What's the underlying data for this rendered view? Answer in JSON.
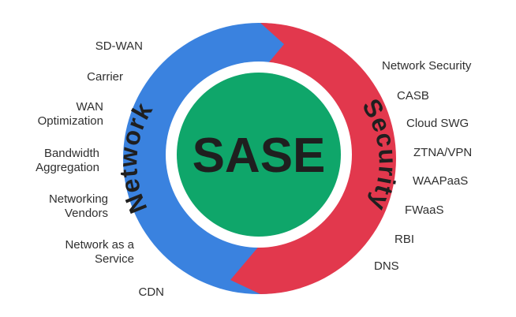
{
  "center": {
    "title": "SASE"
  },
  "arcs": {
    "network": {
      "label": "Network",
      "color": "#3a82df"
    },
    "security": {
      "label": "Security",
      "color": "#e2384d"
    }
  },
  "core": {
    "color": "#0fa66a"
  },
  "network_items": [
    {
      "text": "SD-WAN"
    },
    {
      "text": "Carrier"
    },
    {
      "text": "WAN\nOptimization"
    },
    {
      "text": "Bandwidth\nAggregation"
    },
    {
      "text": "Networking\nVendors"
    },
    {
      "text": "Network as a\nService"
    },
    {
      "text": "CDN"
    }
  ],
  "security_items": [
    {
      "text": "Network Security"
    },
    {
      "text": "CASB"
    },
    {
      "text": "Cloud SWG"
    },
    {
      "text": "ZTNA/VPN"
    },
    {
      "text": "WAAPaaS"
    },
    {
      "text": "FWaaS"
    },
    {
      "text": "RBI"
    },
    {
      "text": "DNS"
    }
  ]
}
